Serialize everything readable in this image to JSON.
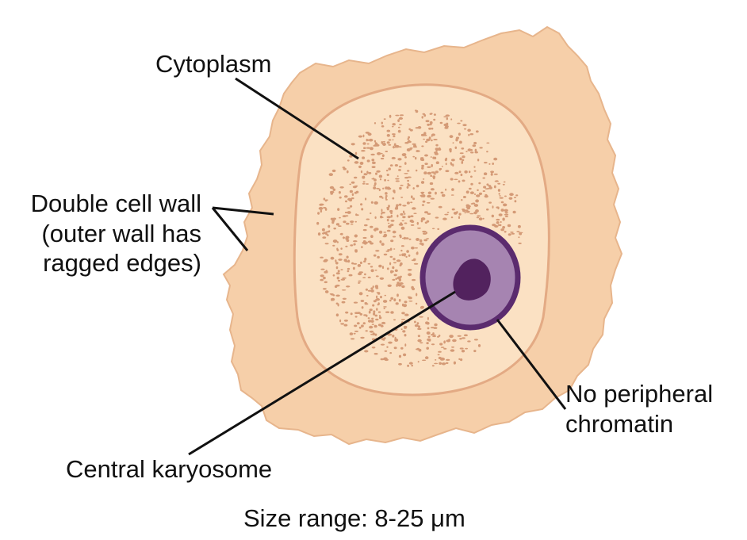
{
  "labels": {
    "cytoplasm": "Cytoplasm",
    "cell_wall_line1": "Double cell wall",
    "cell_wall_line2": "(outer wall has",
    "cell_wall_line3": "ragged edges)",
    "chromatin_line1": "No peripheral",
    "chromatin_line2": "chromatin",
    "karyosome": "Central karyosome",
    "size_range": "Size range: 8-25 μm"
  },
  "colors": {
    "outer_wall": "#f6cfa9",
    "outer_wall_edge": "#e7b58c",
    "cytoplasm": "#fbe1c3",
    "cytoplasm_edge": "#e3aa84",
    "granules": "#d49a76",
    "nucleus_fill": "#a684b1",
    "nucleus_rim": "#5b2b6e",
    "karyosome": "#52225e",
    "line": "#111111"
  }
}
